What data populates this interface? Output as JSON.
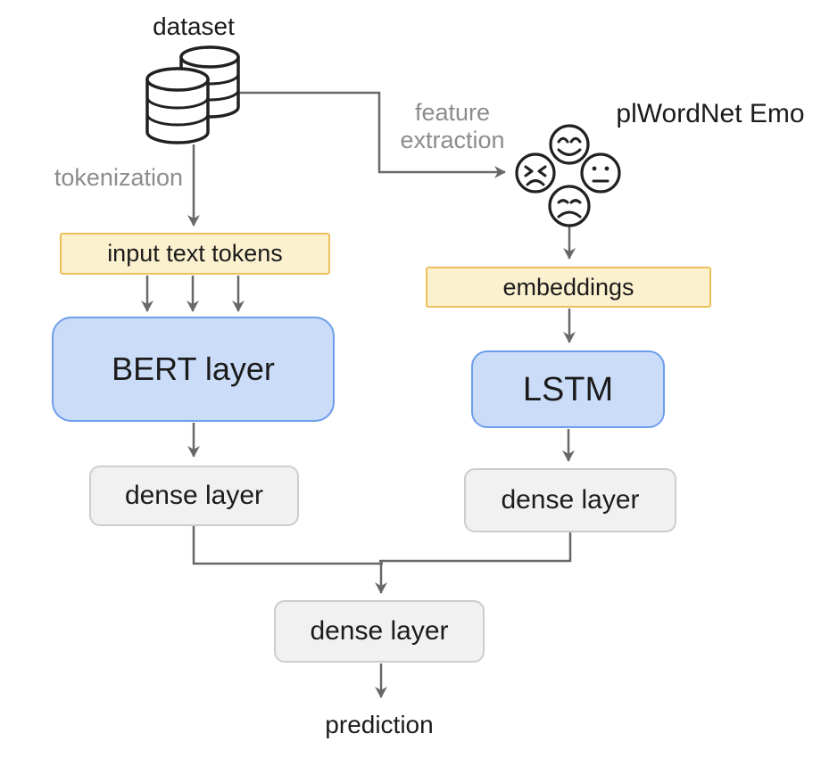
{
  "diagram": {
    "labels": {
      "dataset": "dataset",
      "tokenization": "tokenization",
      "feature_extraction": "feature\nextraction",
      "plwordnet_emo": "plWordNet Emo",
      "prediction": "prediction"
    },
    "nodes": {
      "input_text_tokens": "input text tokens",
      "embeddings": "embeddings",
      "bert_layer": "BERT layer",
      "lstm": "LSTM",
      "dense_layer_left": "dense layer",
      "dense_layer_right": "dense layer",
      "dense_layer_final": "dense layer"
    },
    "icons": {
      "database": "database-icon",
      "emotion_faces": "emotion-faces-icon"
    },
    "colors": {
      "background": "#FFFFFF",
      "node_yellow_fill": "#FCF1CF",
      "node_yellow_border": "#EEC05C",
      "node_blue_fill": "#CBDCF8",
      "node_blue_border": "#6D9EEB",
      "node_gray_fill": "#F1F1F1",
      "node_gray_border": "#CDCDCD",
      "connector": "#686868",
      "label_gray": "#8C8C8C",
      "text_dark": "#1B1B1B",
      "icon_stroke": "#212121"
    }
  }
}
